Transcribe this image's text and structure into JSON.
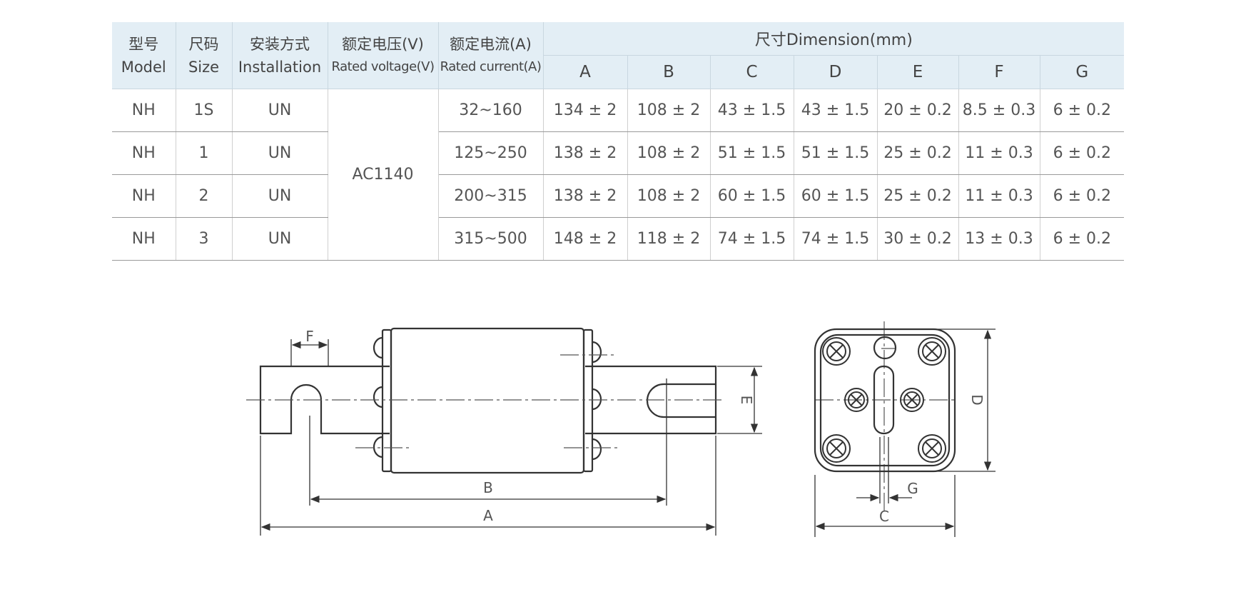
{
  "table": {
    "headers": {
      "model": {
        "cn": "型号",
        "en": "Model"
      },
      "size": {
        "cn": "尺码",
        "en": "Size"
      },
      "installation": {
        "cn": "安装方式",
        "en": "Installation"
      },
      "rated_voltage": {
        "cn": "额定电压(V)",
        "en": "Rated voltage(V)"
      },
      "rated_current": {
        "cn": "额定电流(A)",
        "en": "Rated current(A)"
      },
      "dimension": "尺寸Dimension(mm)",
      "dims": [
        "A",
        "B",
        "C",
        "D",
        "E",
        "F",
        "G"
      ]
    },
    "voltage": "AC1140",
    "rows": [
      {
        "model": "NH",
        "size": "1S",
        "installation": "UN",
        "current": "32~160",
        "dims": [
          "134 ± 2",
          "108 ± 2",
          "43 ± 1.5",
          "43 ± 1.5",
          "20 ± 0.2",
          "8.5 ± 0.3",
          "6 ± 0.2"
        ]
      },
      {
        "model": "NH",
        "size": "1",
        "installation": "UN",
        "current": "125~250",
        "dims": [
          "138 ± 2",
          "108 ± 2",
          "51 ± 1.5",
          "51 ± 1.5",
          "25 ± 0.2",
          "11 ± 0.3",
          "6 ± 0.2"
        ]
      },
      {
        "model": "NH",
        "size": "2",
        "installation": "UN",
        "current": "200~315",
        "dims": [
          "138 ± 2",
          "108 ± 2",
          "60 ± 1.5",
          "60 ± 1.5",
          "25 ± 0.2",
          "11 ± 0.3",
          "6 ± 0.2"
        ]
      },
      {
        "model": "NH",
        "size": "3",
        "installation": "UN",
        "current": "315~500",
        "dims": [
          "148 ± 2",
          "118 ± 2",
          "74 ± 1.5",
          "74 ± 1.5",
          "30 ± 0.2",
          "13 ± 0.3",
          "6 ± 0.2"
        ]
      }
    ]
  },
  "drawing": {
    "labels": {
      "A": "A",
      "B": "B",
      "C": "C",
      "D": "D",
      "E": "E",
      "F": "F",
      "G": "G"
    }
  }
}
